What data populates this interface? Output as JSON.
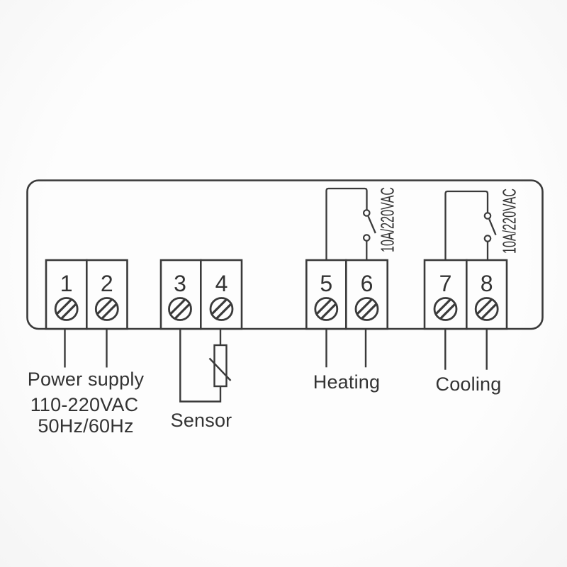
{
  "background": {
    "color": "#fafafa"
  },
  "diagram": {
    "line_color": "#3a3a3a",
    "text_color": "#333333",
    "description_icons": {
      "screw_terminal": "circle-with-diagonal-hatch",
      "relay_switch": "open-contact-relay",
      "sensor_element": "thermistor-rect-with-diagonal-slash"
    }
  },
  "terminals": [
    {
      "number": "1",
      "group": "power"
    },
    {
      "number": "2",
      "group": "power"
    },
    {
      "number": "3",
      "group": "sensor"
    },
    {
      "number": "4",
      "group": "sensor"
    },
    {
      "number": "5",
      "group": "heating"
    },
    {
      "number": "6",
      "group": "heating"
    },
    {
      "number": "7",
      "group": "cooling"
    },
    {
      "number": "8",
      "group": "cooling"
    }
  ],
  "labels": {
    "power_supply": [
      "Power supply",
      "110-220VAC",
      "50Hz/60Hz"
    ],
    "sensor": "Sensor",
    "heating": "Heating",
    "cooling": "Cooling",
    "relay_rating": "10A/220VAC"
  }
}
